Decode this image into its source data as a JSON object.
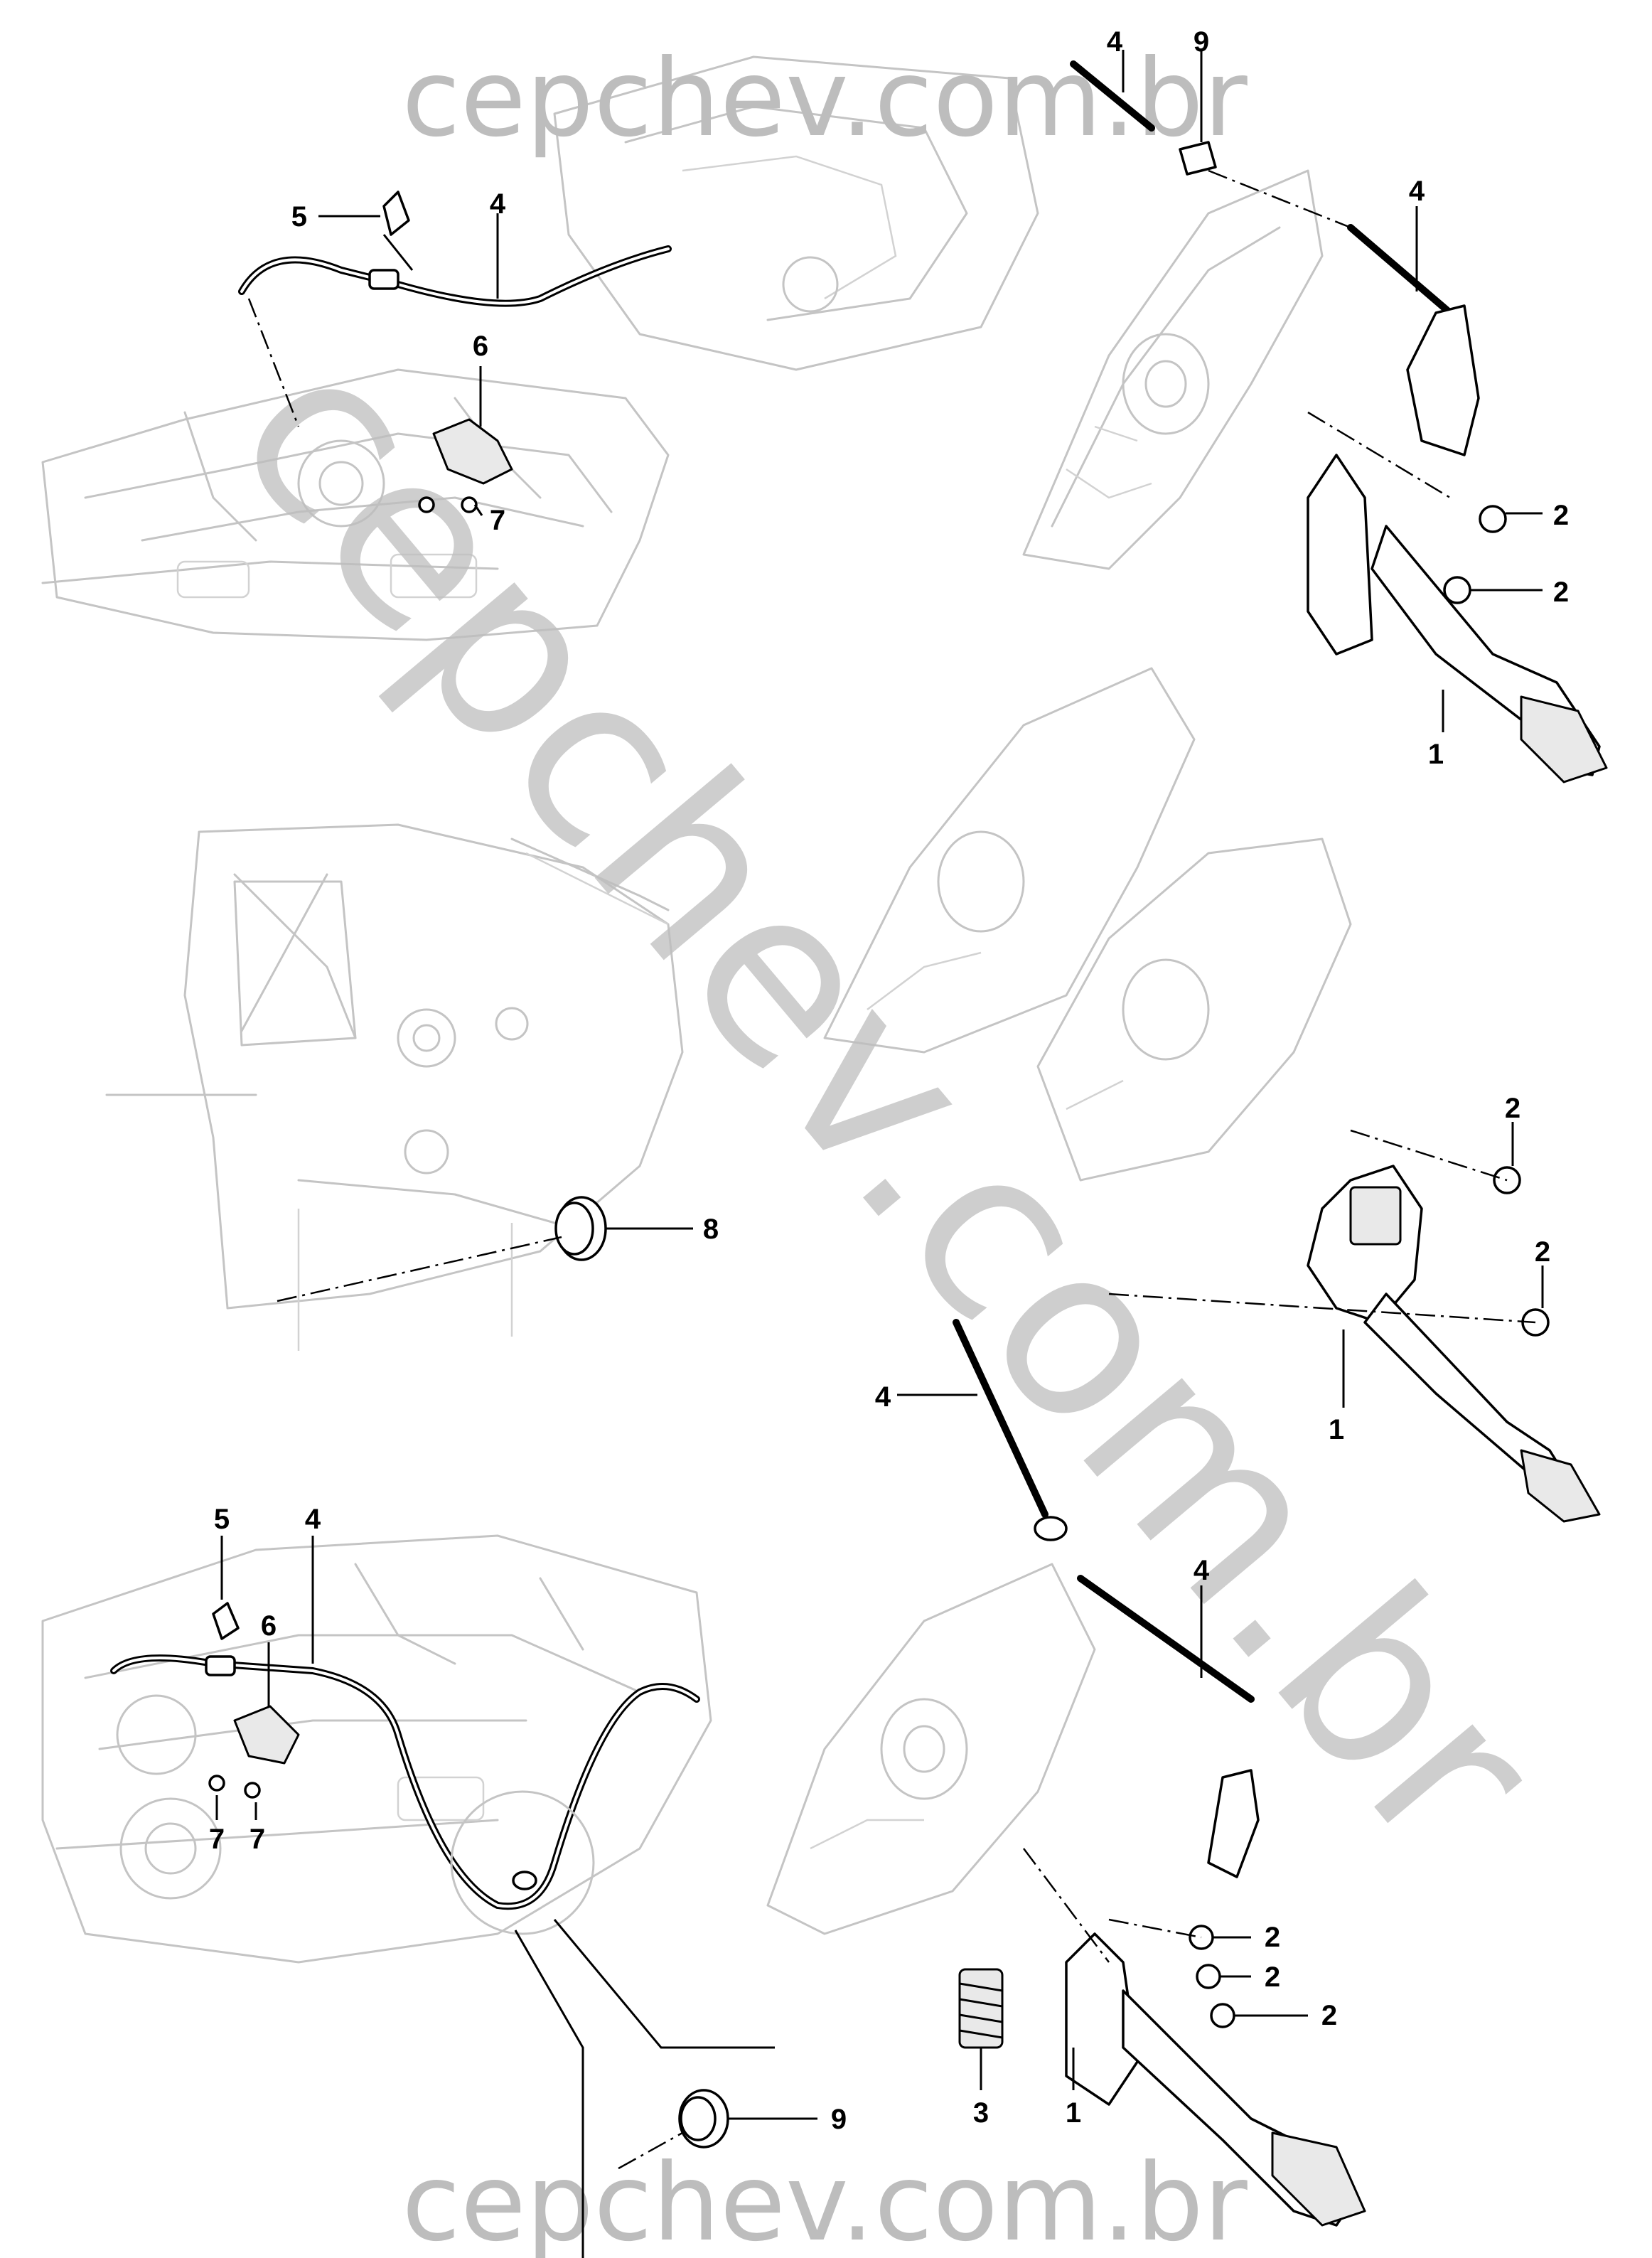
{
  "watermark": {
    "top": "cepchev.com.br",
    "bottom": "cepchev.com.br",
    "diagonal": "cepchev.com.br"
  },
  "callouts": {
    "top_left": {
      "clip": "5",
      "cable": "4",
      "bracket": "6",
      "bolts": "7"
    },
    "top_right": {
      "cable_a": "4",
      "grommet": "9",
      "cable_b": "4",
      "nut_a": "2",
      "nut_b": "2",
      "pedal": "1"
    },
    "middle_left": {
      "plug": "8"
    },
    "middle_right": {
      "nut_a": "2",
      "nut_b": "2",
      "pedal": "1",
      "cable": "4"
    },
    "bottom_left": {
      "clip": "5",
      "cable": "4",
      "bracket": "6",
      "bolt_a": "7",
      "bolt_b": "7",
      "grommet": "9"
    },
    "bottom_right": {
      "cable": "4",
      "nut_a": "2",
      "nut_b": "2",
      "nut_c": "2",
      "spring": "3",
      "pedal": "1"
    }
  }
}
